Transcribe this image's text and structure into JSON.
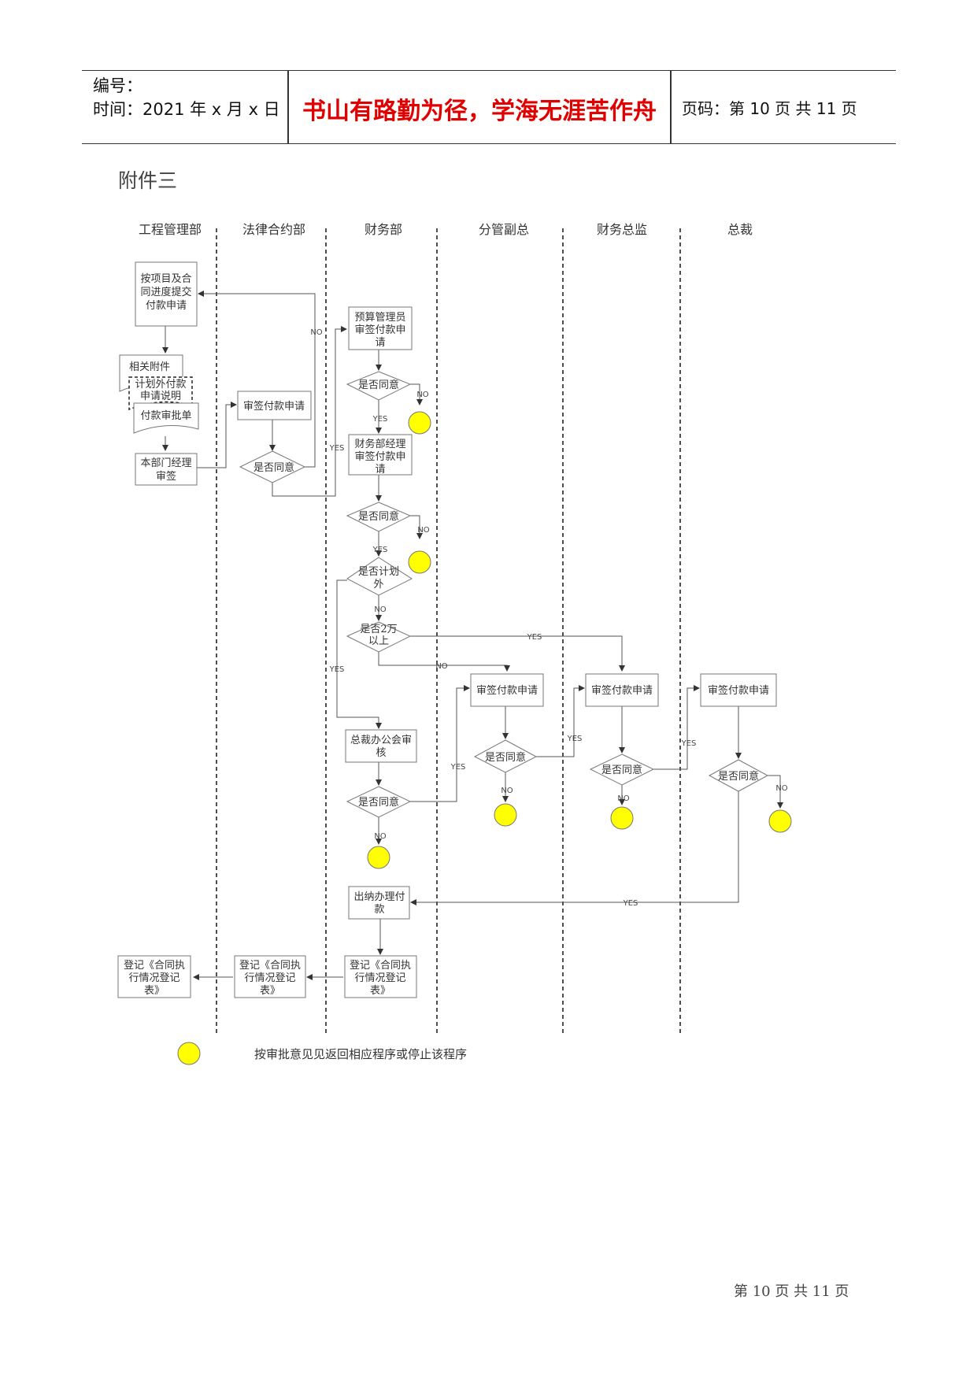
{
  "header": {
    "number_label": "编号：",
    "time_label": "时间：2021 年 x 月 x 日",
    "motto": "书山有路勤为径，学海无涯苦作舟",
    "page_label": "页码：第 10 页  共 11 页"
  },
  "attachment_title": "附件三",
  "lanes": [
    "工程管理部",
    "法律合约部",
    "财务部",
    "分管副总",
    "财务总监",
    "总裁"
  ],
  "boxes": {
    "submit": [
      "按项目及合",
      "同进度提交",
      "付款申请"
    ],
    "related": "相关附件",
    "extra_plan": [
      "计划外付款",
      "申请说明"
    ],
    "pay_approval": "付款审批单",
    "dept_mgr": [
      "本部门经理",
      "审签"
    ],
    "legal_review": "审签付款申请",
    "budget_admin": [
      "预算管理员",
      "审签付款申",
      "请"
    ],
    "fin_mgr": [
      "财务部经理",
      "审签付款申",
      "请"
    ],
    "ceo_office": [
      "总裁办公会审",
      "核"
    ],
    "vp_review": "审签付款申请",
    "cfo_review": "审签付款申请",
    "pres_review": "审签付款申请",
    "cashier": [
      "出纳办理付",
      "款"
    ],
    "reg_fin": [
      "登记《合同执",
      "行情况登记",
      "表》"
    ],
    "reg_legal": [
      "登记《合同执",
      "行情况登记",
      "表》"
    ],
    "reg_eng": [
      "登记《合同执",
      "行情况登记",
      "表》"
    ]
  },
  "decisions": {
    "agree": "是否同意",
    "unplanned": [
      "是否计划",
      "外"
    ],
    "over_20k": [
      "是否2万",
      "以上"
    ]
  },
  "edge_labels": {
    "yes": "YES",
    "no": "NO"
  },
  "legend": {
    "text": "按审批意见见返回相应程序或停止该程序",
    "circle_color": "#ffff00"
  },
  "footer": "第 10 页  共 11 页"
}
